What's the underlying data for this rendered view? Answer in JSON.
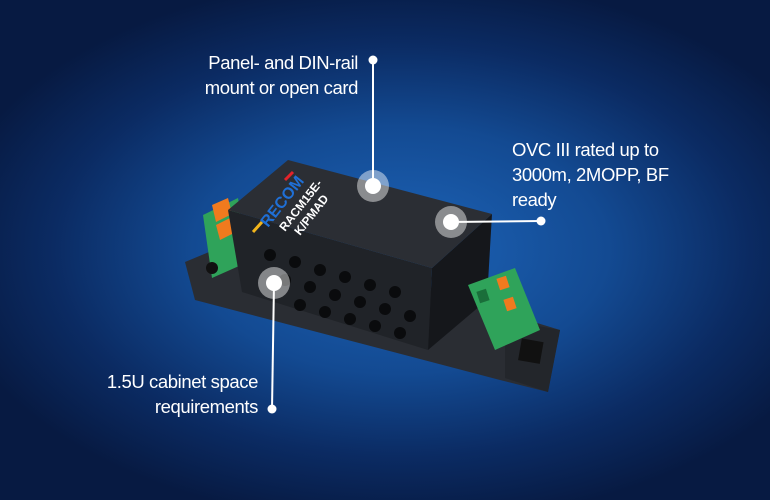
{
  "product": {
    "brand": "RECOM",
    "model_line1": "RACM15E-",
    "model_line2": "K/PMAD"
  },
  "callouts": [
    {
      "line1": "Panel- and DIN-rail",
      "line2": "mount or open card"
    },
    {
      "line1": "OVC III rated up to",
      "line2": "3000m, 2MOPP, BF",
      "line3": "ready"
    },
    {
      "line1": "1.5U cabinet space",
      "line2": "requirements"
    }
  ],
  "colors": {
    "background": "#134a92",
    "housing": "#1e2126",
    "terminal": "#2fa35a",
    "brand": "#1f6fd6"
  }
}
